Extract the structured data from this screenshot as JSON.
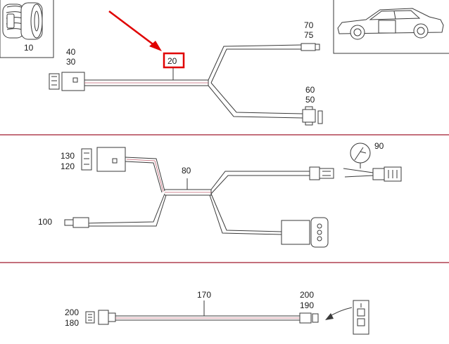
{
  "labels": {
    "item_10": "10",
    "item_40": "40",
    "item_30": "30",
    "item_20": "20",
    "item_70": "70",
    "item_75": "75",
    "item_60": "60",
    "item_50": "50",
    "item_130": "130",
    "item_120": "120",
    "item_80": "80",
    "item_90": "90",
    "item_100": "100",
    "item_170": "170",
    "item_200_right": "200",
    "item_190": "190",
    "item_200_left": "200",
    "item_180": "180"
  },
  "colors": {
    "callout": "#e00000",
    "divider": "#b04050",
    "wire": "#3a3a3a",
    "wire_inner": "#c06070"
  },
  "highlight": {
    "item": "20"
  }
}
